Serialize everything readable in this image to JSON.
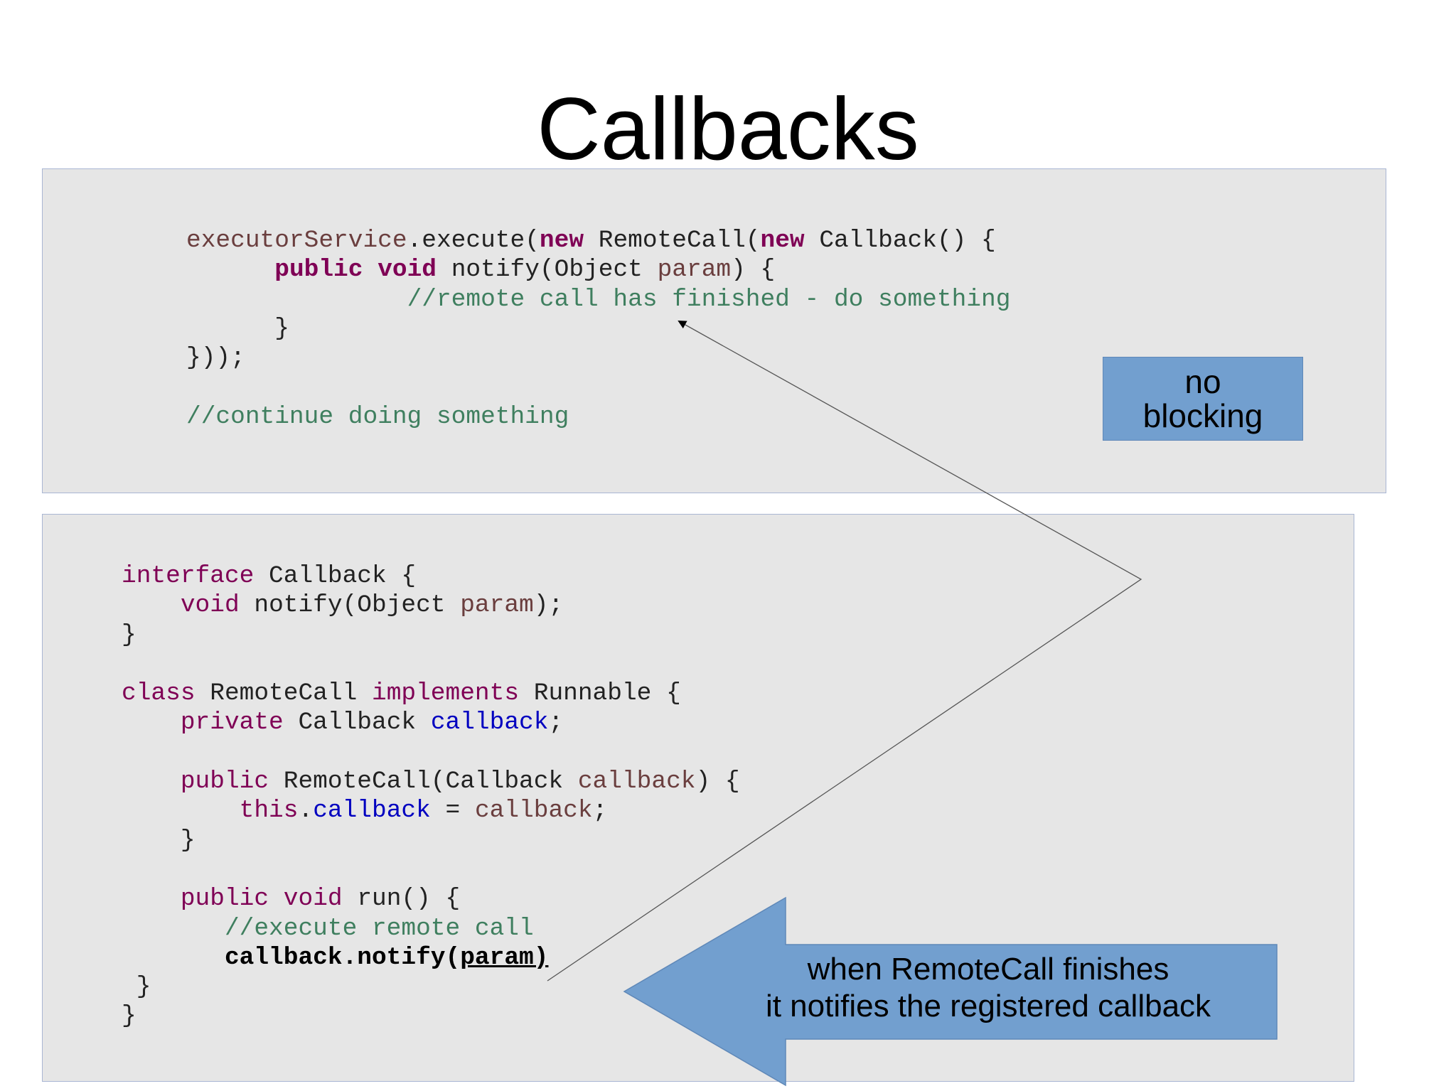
{
  "slide": {
    "title": "Callbacks"
  },
  "code_top": {
    "lines": [
      [
        {
          "t": "executorService",
          "c": "pm"
        },
        {
          "t": ".execute(",
          "c": "pl"
        },
        {
          "t": "new",
          "c": "kw"
        },
        {
          "t": " RemoteCall(",
          "c": "pl"
        },
        {
          "t": "new",
          "c": "kw"
        },
        {
          "t": " Callback() {",
          "c": "pl"
        }
      ],
      [
        {
          "t": "      ",
          "c": "pl"
        },
        {
          "t": "public",
          "c": "kw"
        },
        {
          "t": " ",
          "c": "pl"
        },
        {
          "t": "void",
          "c": "kw"
        },
        {
          "t": " notify(Object ",
          "c": "pl"
        },
        {
          "t": "param",
          "c": "pm"
        },
        {
          "t": ") {",
          "c": "pl"
        }
      ],
      [
        {
          "t": "               ",
          "c": "pl"
        },
        {
          "t": "//remote call has finished - do something",
          "c": "cm"
        }
      ],
      [
        {
          "t": "      }",
          "c": "pl"
        }
      ],
      [
        {
          "t": "}));",
          "c": "pl"
        }
      ],
      [
        {
          "t": "",
          "c": "pl"
        }
      ],
      [
        {
          "t": "//continue doing something",
          "c": "cm"
        }
      ]
    ]
  },
  "code_bottom": {
    "lines": [
      [
        {
          "t": "interface",
          "c": "kw2"
        },
        {
          "t": " Callback {",
          "c": "pl"
        }
      ],
      [
        {
          "t": "    ",
          "c": "pl"
        },
        {
          "t": "void",
          "c": "kw2"
        },
        {
          "t": " notify(Object ",
          "c": "pl"
        },
        {
          "t": "param",
          "c": "pm"
        },
        {
          "t": ");",
          "c": "pl"
        }
      ],
      [
        {
          "t": "}",
          "c": "pl"
        }
      ],
      [
        {
          "t": "",
          "c": "pl"
        }
      ],
      [
        {
          "t": "class",
          "c": "kw2"
        },
        {
          "t": " RemoteCall ",
          "c": "pl"
        },
        {
          "t": "implements",
          "c": "kw2"
        },
        {
          "t": " Runnable {",
          "c": "pl"
        }
      ],
      [
        {
          "t": "    ",
          "c": "pl"
        },
        {
          "t": "private",
          "c": "kw2"
        },
        {
          "t": " Callback ",
          "c": "pl"
        },
        {
          "t": "callback",
          "c": "fn"
        },
        {
          "t": ";",
          "c": "pl"
        }
      ],
      [
        {
          "t": "",
          "c": "pl"
        }
      ],
      [
        {
          "t": "    ",
          "c": "pl"
        },
        {
          "t": "public",
          "c": "kw2"
        },
        {
          "t": " RemoteCall(Callback ",
          "c": "pl"
        },
        {
          "t": "callback",
          "c": "pm"
        },
        {
          "t": ") {",
          "c": "pl"
        }
      ],
      [
        {
          "t": "        ",
          "c": "pl"
        },
        {
          "t": "this",
          "c": "kw2"
        },
        {
          "t": ".",
          "c": "pl"
        },
        {
          "t": "callback",
          "c": "fn"
        },
        {
          "t": " = ",
          "c": "pl"
        },
        {
          "t": "callback",
          "c": "pm"
        },
        {
          "t": ";",
          "c": "pl"
        }
      ],
      [
        {
          "t": "    }",
          "c": "pl"
        }
      ],
      [
        {
          "t": "",
          "c": "pl"
        }
      ],
      [
        {
          "t": "    ",
          "c": "pl"
        },
        {
          "t": "public",
          "c": "kw2"
        },
        {
          "t": " ",
          "c": "pl"
        },
        {
          "t": "void",
          "c": "kw2"
        },
        {
          "t": " run() {",
          "c": "pl"
        }
      ],
      [
        {
          "t": "       ",
          "c": "pl"
        },
        {
          "t": "//execute remote call",
          "c": "cm"
        }
      ],
      [
        {
          "t": "       ",
          "c": "pl"
        },
        {
          "t": "callback.notify(",
          "c": "bold"
        },
        {
          "t": "param)",
          "c": "bold ul"
        }
      ],
      [
        {
          "t": " }",
          "c": "pl"
        }
      ],
      [
        {
          "t": "}",
          "c": "pl"
        }
      ]
    ]
  },
  "badge_no_blocking": {
    "text": "no\nblocking",
    "color": "#729fcf"
  },
  "callout": {
    "line1": "when RemoteCall finishes",
    "line2": "it notifies the registered callback",
    "color": "#729fcf"
  }
}
